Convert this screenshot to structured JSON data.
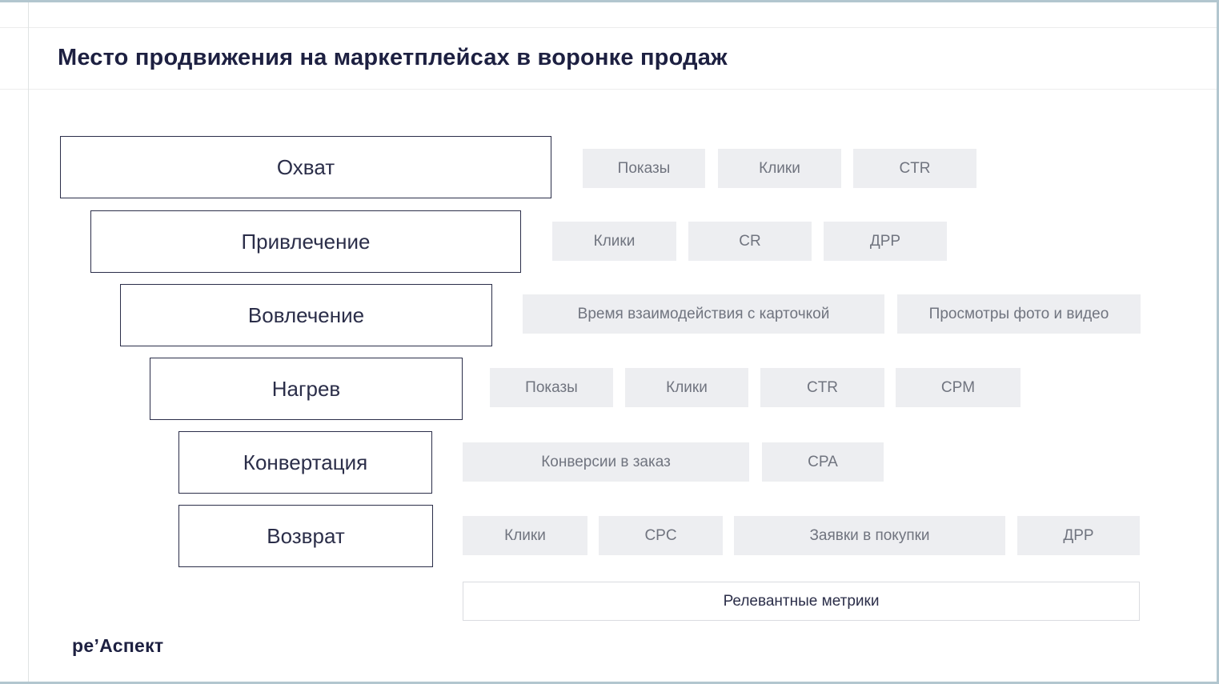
{
  "page": {
    "title": "Место продвижения на маркетплейсах в воронке продаж",
    "logo": "ре’Аспект"
  },
  "funnel": {
    "stages": [
      {
        "label": "Охват",
        "metrics": [
          "Показы",
          "Клики",
          "CTR"
        ]
      },
      {
        "label": "Привлечение",
        "metrics": [
          "Клики",
          "CR",
          "ДРР"
        ]
      },
      {
        "label": "Вовлечение",
        "metrics": [
          "Время взаимодействия с карточкой",
          "Просмотры фото и видео"
        ]
      },
      {
        "label": "Нагрев",
        "metrics": [
          "Показы",
          "Клики",
          "CTR",
          "CPM"
        ]
      },
      {
        "label": "Конвертация",
        "metrics": [
          "Конверсии в заказ",
          "CPA"
        ]
      },
      {
        "label": "Возврат",
        "metrics": [
          "Клики",
          "CPC",
          "Заявки в покупки",
          "ДРР"
        ]
      }
    ],
    "footer_label": "Релевантные метрики"
  },
  "colors": {
    "title_text": "#1d2041",
    "stage_border": "#2b2e49",
    "chip_bg": "#edeef1",
    "chip_text": "#70747f",
    "frame_edge": "#b2c6cf",
    "guide_line": "#ececec"
  }
}
